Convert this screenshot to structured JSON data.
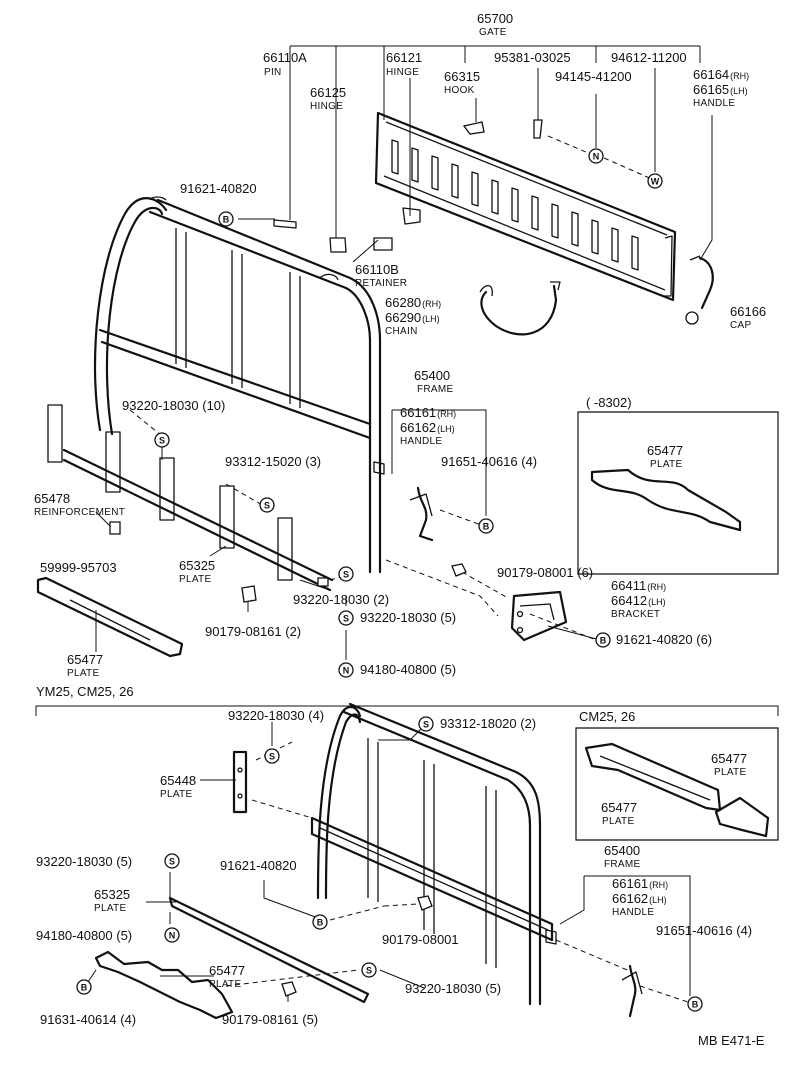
{
  "labels": {
    "p65700": "65700",
    "p65700_sub": "GATE",
    "p66110a": "66110A",
    "p66110a_sub": "PIN",
    "p66121": "66121",
    "p66121_sub": "HINGE",
    "p66125": "66125",
    "p66125_sub": "HINGE",
    "p66315": "66315",
    "p66315_sub": "HOOK",
    "p95381": "95381-03025",
    "p94145": "94145-41200",
    "p94612": "94612-11200",
    "p66164": "66164",
    "p66164_rh": "(RH)",
    "p66165": "66165",
    "p66165_lh": "(LH)",
    "p66165_sub": "HANDLE",
    "p91621a": "91621-40820",
    "p66110b": "66110B",
    "p66110b_sub": "RETAINER",
    "p66280": "66280",
    "p66280_rh": "(RH)",
    "p66290": "66290",
    "p66290_lh": "(LH)",
    "p66290_sub": "CHAIN",
    "p66166": "66166",
    "p66166_sub": "CAP",
    "p65400a": "65400",
    "p65400a_sub": "FRAME",
    "p66161a": "66161",
    "p66161a_rh": "(RH)",
    "p66162a": "66162",
    "p66162a_lh": "(LH)",
    "p66162a_sub": "HANDLE",
    "p91651a": "91651-40616 (4)",
    "p93220a": "93220-18030 (10)",
    "p93312a": "93312-15020 (3)",
    "p65478": "65478",
    "p65478_sub": "REINFORCEMENT",
    "p59999": "59999-95703",
    "p65325a": "65325",
    "p65325a_sub": "PLATE",
    "p93220b": "93220-18030 (2)",
    "p93220c": "93220-18030 (5)",
    "p90179a": "90179-08161 (2)",
    "p94180a": "94180-40800 (5)",
    "p90179b": "90179-08001 (6)",
    "p66411": "66411",
    "p66411_rh": "(RH)",
    "p66412": "66412",
    "p66412_lh": "(LH)",
    "p66412_sub": "BRACKET",
    "p91621b": "91621-40820 (6)",
    "p65477a": "65477",
    "p65477a_sub": "PLATE",
    "inset1_title": "(    -8302)",
    "p65477b": "65477",
    "p65477b_sub": "PLATE",
    "section2_title": "YM25, CM25, 26",
    "p93220d": "93220-18030 (4)",
    "p93312b": "93312-18020 (2)",
    "inset2_title": "CM25, 26",
    "p65477c": "65477",
    "p65477c_sub": "PLATE",
    "p65477d": "65477",
    "p65477d_sub": "PLATE",
    "p65448": "65448",
    "p65448_sub": "PLATE",
    "p93220e": "93220-18030 (5)",
    "p91621c": "91621-40820",
    "p65400b": "65400",
    "p65400b_sub": "FRAME",
    "p66161b": "66161",
    "p66161b_rh": "(RH)",
    "p66162b": "66162",
    "p66162b_lh": "(LH)",
    "p66162b_sub": "HANDLE",
    "p65325b": "65325",
    "p65325b_sub": "PLATE",
    "p94180b": "94180-40800 (5)",
    "p90179c": "90179-08001",
    "p91651b": "91651-40616 (4)",
    "p65477e": "65477",
    "p65477e_sub": "PLATE",
    "p93220f": "93220-18030 (5)",
    "p91631": "91631-40614 (4)",
    "p90179d": "90179-08161 (5)",
    "footer_code": "MB  E471-E"
  },
  "callouts": {
    "B": "B",
    "S": "S",
    "N": "N",
    "W": "W"
  }
}
